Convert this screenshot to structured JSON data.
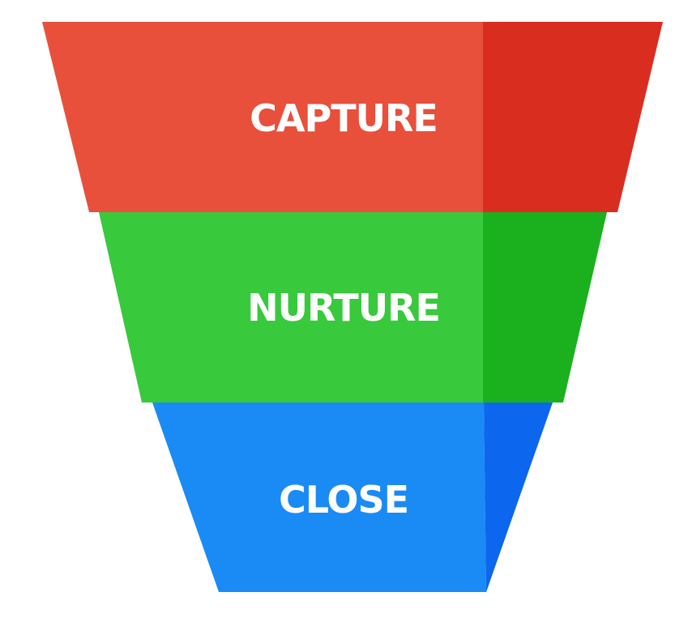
{
  "funnel": {
    "stages": [
      {
        "label": "CAPTURE",
        "color": "#E8503B",
        "shade": "#D92D20"
      },
      {
        "label": "NURTURE",
        "color": "#38C93C",
        "shade": "#1BB01E"
      },
      {
        "label": "CLOSE",
        "color": "#1A8AF5",
        "shade": "#0C66EE"
      }
    ]
  }
}
